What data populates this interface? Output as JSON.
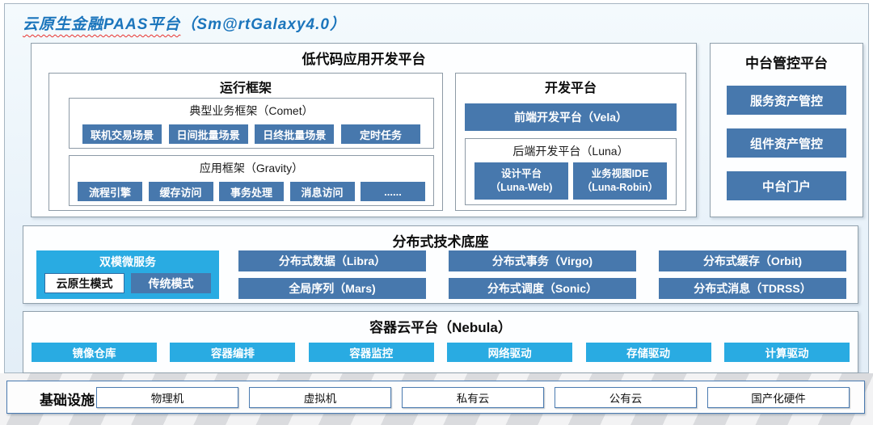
{
  "title": {
    "main": "云原生金融PAAS平台",
    "version": "（Sm@rtGalaxy4.0）"
  },
  "low_code": {
    "title": "低代码应用开发平台",
    "runtime": {
      "title": "运行框架",
      "comet": {
        "title": "典型业务框架（Comet）",
        "items": [
          "联机交易场景",
          "日间批量场景",
          "日终批量场景",
          "定时任务"
        ]
      },
      "gravity": {
        "title": "应用框架（Gravity）",
        "items": [
          "流程引擎",
          "缓存访问",
          "事务处理",
          "消息访问",
          "......"
        ]
      }
    },
    "dev": {
      "title": "开发平台",
      "vela": "前端开发平台（Vela）",
      "luna": {
        "title": "后端开发平台（Luna）",
        "items": [
          {
            "line1": "设计平台",
            "line2": "（Luna-Web)"
          },
          {
            "line1": "业务视图IDE",
            "line2": "（Luna-Robin）"
          }
        ]
      }
    }
  },
  "middle_platform": {
    "title": "中台管控平台",
    "items": [
      "服务资产管控",
      "组件资产管控",
      "中台门户"
    ]
  },
  "distributed": {
    "title": "分布式技术底座",
    "dual_mode": {
      "title": "双模微服务",
      "cloud_native": "云原生模式",
      "traditional": "传统模式"
    },
    "items": [
      "分布式数据（Libra）",
      "分布式事务（Virgo)",
      "分布式缓存（Orbit)",
      "全局序列（Mars)",
      "分布式调度（Sonic）",
      "分布式消息（TDRSS）"
    ]
  },
  "container_cloud": {
    "title": "容器云平台（Nebula）",
    "items": [
      "镜像仓库",
      "容器编排",
      "容器监控",
      "网络驱动",
      "存储驱动",
      "计算驱动"
    ]
  },
  "infrastructure": {
    "title": "基础设施",
    "items": [
      "物理机",
      "虚拟机",
      "私有云",
      "公有云",
      "国产化硬件"
    ]
  },
  "colors": {
    "steel_blue": "#4778ad",
    "cyan": "#29abe2",
    "title_blue": "#1b75bc",
    "underline_red": "#e8322e"
  }
}
